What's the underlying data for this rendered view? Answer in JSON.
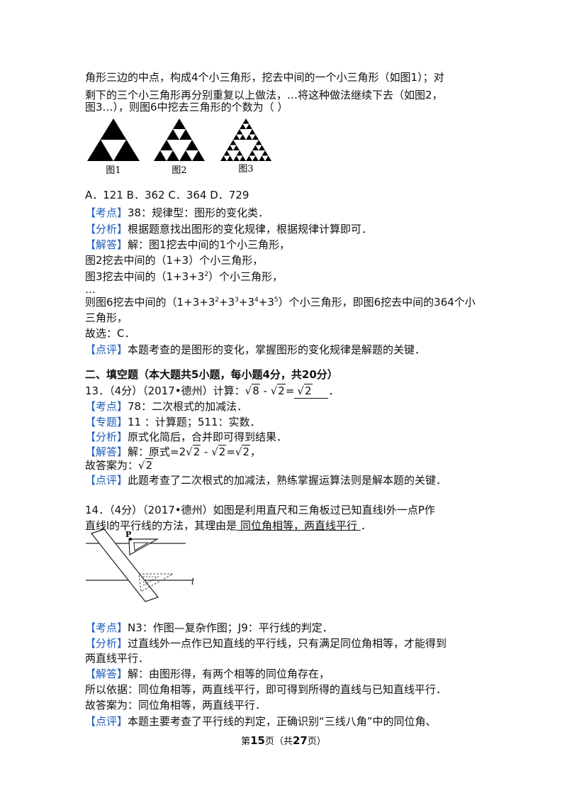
{
  "intro": {
    "line1": "角形三边的中点，构成4个小三角形，挖去中间的一个小三角形（如图1）；对",
    "line2": "剩下的三个小三角形再分别重复以上做法，…将这种做法继续下去（如图2，",
    "line3": "图3…），则图6中挖去三角形的个数为（        ）"
  },
  "figures": [
    "图1",
    "图2",
    "图3"
  ],
  "options": "A．121  B．362  C．364  D．729",
  "q12": {
    "kaodian_tag": "【考点】",
    "kaodian": "38：规律型：图形的变化类．",
    "fenxi_tag": "【分析】",
    "fenxi": "根据题意找出图形的变化规律，根据规律计算即可．",
    "jieda_tag": "【解答】",
    "jieda1": "解：图1挖去中间的1个小三角形，",
    "jieda2_a": "图2挖去中间的（1+3）个小三角形，",
    "jieda3_a": "图3挖去中间的（1+3+3",
    "jieda3_sup": "2",
    "jieda3_b": "）个小三角形，",
    "dots": "…",
    "conc_a": "则图6挖去中间的（1+3+3",
    "s2": "2",
    "p3": "+3",
    "s3": "3",
    "p4": "+3",
    "s4": "4",
    "p5": "+3",
    "s5": "5",
    "conc_b": "）个小三角形，即图6挖去中间的364个小",
    "conc_c": "三角形，",
    "choice": "故选：C．",
    "dianping_tag": "【点评】",
    "dianping": "本题考查的是图形的变化，掌握图形的变化规律是解题的关键．"
  },
  "section2": "二、填空题（本大题共5小题，每小题4分，共20分）",
  "q13": {
    "stem_a": "13．（4分）（2017•德州）计算：",
    "r8": "8",
    "minus": " - ",
    "r2": "2",
    "eq": "=",
    "ans": "2",
    "kaodian_tag": "【考点】",
    "kaodian": "78：二次根式的加减法．",
    "zhuanti_tag": "【专题】",
    "zhuanti": "11 ：计算题；511：实数．",
    "fenxi_tag": "【分析】",
    "fenxi": "原式化简后，合并即可得到结果．",
    "jieda_tag": "【解答】",
    "jieda_a": "解：原式=2",
    "jieda_r1": "2",
    "jieda_b": " - ",
    "jieda_r2": "2",
    "jieda_c": "=",
    "jieda_r3": "2",
    "jieda_d": "，",
    "answer_a": "故答案为：",
    "answer_r": "2",
    "dianping_tag": "【点评】",
    "dianping": "此题考查了二次根式的加减法，熟练掌握运算法则是解本题的关键．"
  },
  "q14": {
    "stem1": "14．（4分）（2017•德州）如图是利用直尺和三角板过已知直线l外一点P作",
    "stem2_a": "直线l的平行线的方法，其理由是",
    "blank": "  同位角相等，两直线平行  ",
    "stem2_b": "．",
    "fig_p": "P",
    "fig_l": "l",
    "kaodian_tag": "【考点】",
    "kaodian": "N3：作图—复杂作图；J9：平行线的判定．",
    "fenxi_tag": "【分析】",
    "fenxi1": "过直线外一点作已知直线的平行线，只有满足同位角相等，才能得到",
    "fenxi2": "两直线平行．",
    "jieda_tag": "【解答】",
    "jieda1": "解：由图形得，有两个相等的同位角存在，",
    "jieda2": "所以依据：同位角相等，两直线平行，即可得到所得的直线与已知直线平行．",
    "answer": "故答案为：同位角相等，两直线平行．",
    "dianping_tag": "【点评】",
    "dianping": "本题主要考查了平行线的判定，正确识别“三线八角”中的同位角、"
  },
  "footer": {
    "a": "第",
    "page": "15",
    "b": "页（共",
    "total": "27",
    "c": "页）"
  }
}
